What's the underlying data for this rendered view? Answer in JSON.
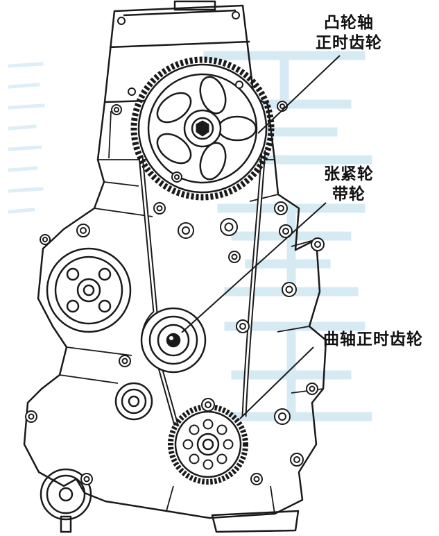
{
  "figure": {
    "type": "engine-timing-belt-diagram",
    "background": "#ffffff",
    "line_color": "#1a1a1a",
    "watermark_color": "#b5d9ec"
  },
  "labels": {
    "camshaft": {
      "line1": "凸轮轴",
      "line2": "正时齿轮"
    },
    "tensioner": {
      "line1": "张紧轮",
      "line2": "带轮"
    },
    "crankshaft": {
      "line1": "曲轴正时齿轮"
    }
  }
}
